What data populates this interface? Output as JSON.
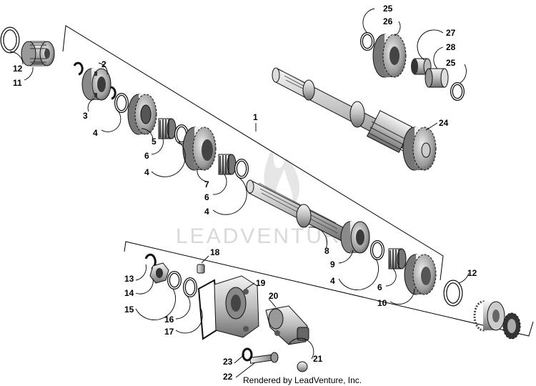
{
  "diagram": {
    "watermark": "LEADVENTURE",
    "credit": "Rendered by LeadVenture, Inc."
  },
  "callouts": {
    "c1": "1",
    "c2": "2",
    "c3": "3",
    "c4a": "4",
    "c4b": "4",
    "c4c": "4",
    "c4d": "4",
    "c5": "5",
    "c6a": "6",
    "c6b": "6",
    "c6c": "6",
    "c7": "7",
    "c8": "8",
    "c9": "9",
    "c10": "10",
    "c11": "11",
    "c12a": "12",
    "c12b": "12",
    "c13": "13",
    "c14": "14",
    "c15": "15",
    "c16": "16",
    "c17": "17",
    "c18": "18",
    "c19": "19",
    "c20": "20",
    "c21": "21",
    "c22": "22",
    "c23": "23",
    "c24": "24",
    "c25a": "25",
    "c25b": "25",
    "c26": "26",
    "c27": "27",
    "c28": "28"
  }
}
